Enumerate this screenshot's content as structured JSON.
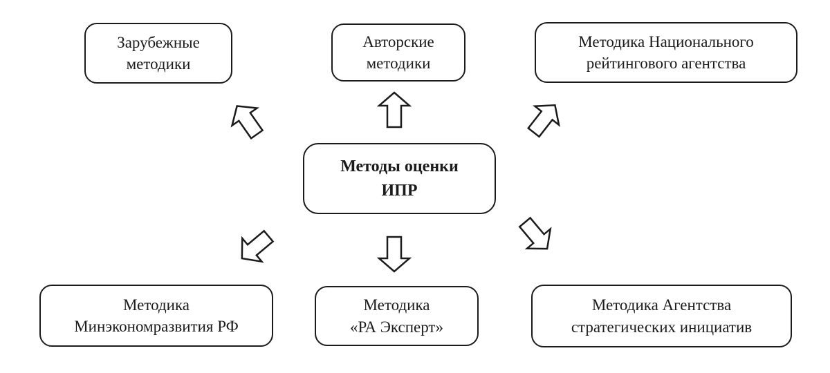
{
  "diagram": {
    "title_semantic": "Methods of IPR evaluation diagram",
    "colors": {
      "stroke": "#1b1b1b",
      "fill": "#ffffff",
      "background": "#ffffff"
    },
    "center_node": {
      "id": "ipr-evaluation-methods",
      "lines": [
        "Методы оценки",
        "ИПР"
      ]
    },
    "nodes": [
      {
        "id": "foreign-methods",
        "position": "top-left",
        "lines": [
          "Зарубежные",
          "методики"
        ]
      },
      {
        "id": "author-methods",
        "position": "top-center",
        "lines": [
          "Авторские",
          "методики"
        ]
      },
      {
        "id": "national-rating-agency",
        "position": "top-right",
        "lines": [
          "Методика Национального",
          "рейтингового агентства"
        ]
      },
      {
        "id": "minec-rf",
        "position": "bottom-left",
        "lines": [
          "Методика",
          "Минэкономразвития РФ"
        ]
      },
      {
        "id": "ra-expert",
        "position": "bottom-center",
        "lines": [
          "Методика",
          "«РА Эксперт»"
        ]
      },
      {
        "id": "asi",
        "position": "bottom-right",
        "lines": [
          "Методика Агентства",
          "стратегических инициатив"
        ]
      }
    ],
    "arrows": [
      {
        "direction": "up-left"
      },
      {
        "direction": "up"
      },
      {
        "direction": "up-right"
      },
      {
        "direction": "down-left"
      },
      {
        "direction": "down"
      },
      {
        "direction": "down-right"
      }
    ]
  }
}
